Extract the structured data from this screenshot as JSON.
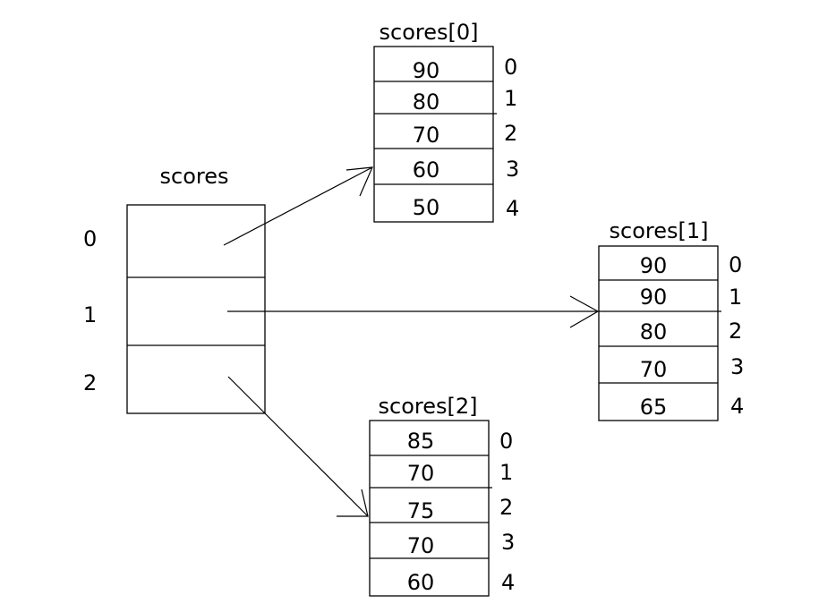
{
  "outer": {
    "label": "scores",
    "indices": [
      "0",
      "1",
      "2"
    ]
  },
  "rows": [
    {
      "label": "scores[0]",
      "values": [
        "90",
        "80",
        "70",
        "60",
        "50"
      ],
      "indices": [
        "0",
        "1",
        "2",
        "3",
        "4"
      ]
    },
    {
      "label": "scores[1]",
      "values": [
        "90",
        "90",
        "80",
        "70",
        "65"
      ],
      "indices": [
        "0",
        "1",
        "2",
        "3",
        "4"
      ]
    },
    {
      "label": "scores[2]",
      "values": [
        "85",
        "70",
        "75",
        "70",
        "60"
      ],
      "indices": [
        "0",
        "1",
        "2",
        "3",
        "4"
      ]
    }
  ]
}
